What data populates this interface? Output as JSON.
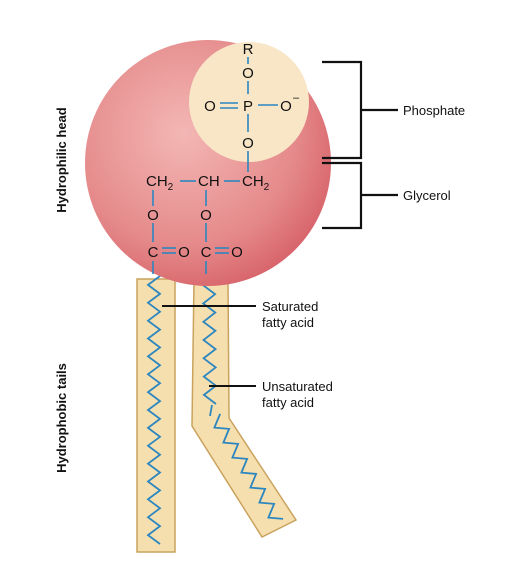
{
  "side_labels": {
    "head": "Hydrophilic head",
    "tails": "Hydrophobic tails"
  },
  "phosphate": {
    "r": "R",
    "o_top": "O",
    "o_left": "O",
    "p": "P",
    "o_right": "O",
    "o_charge": "–",
    "o_bottom": "O"
  },
  "glycerol": {
    "ch_left": "CH",
    "ch_left_sub": "2",
    "ch_mid": "CH",
    "ch_right": "CH",
    "ch_right_sub": "2",
    "o_left": "O",
    "o_right": "O"
  },
  "esters": {
    "c1": "C",
    "o1": "O",
    "c2": "C",
    "o2": "O"
  },
  "labels": {
    "phosphate": "Phosphate",
    "glycerol": "Glycerol",
    "saturated_line1": "Saturated",
    "saturated_line2": "fatty acid",
    "unsaturated_line1": "Unsaturated",
    "unsaturated_line2": "fatty acid"
  },
  "colors": {
    "head_fill": "#e07e82",
    "phosphate_fill": "#f8e6c6",
    "tail_fill": "#f6dfae",
    "tail_stroke": "#c9a35e",
    "chain": "#2c86c0"
  }
}
